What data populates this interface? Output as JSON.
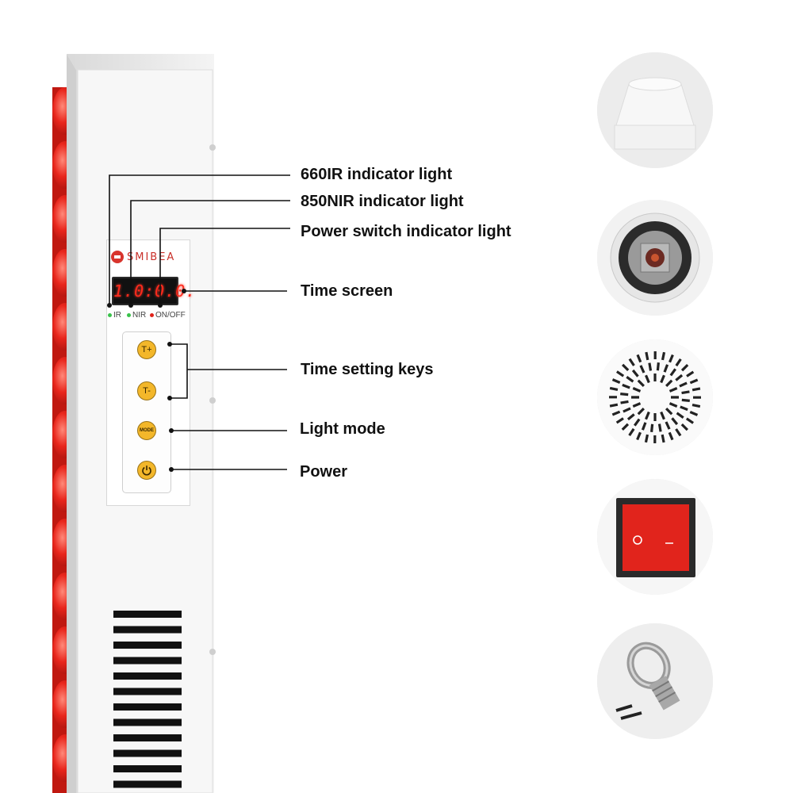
{
  "brand": {
    "name": "SMIBEA"
  },
  "display": {
    "time": "1.0:0.0."
  },
  "indicators": [
    {
      "label": "IR",
      "color": "#39c24a"
    },
    {
      "label": "NIR",
      "color": "#39c24a"
    },
    {
      "label": "ON/OFF",
      "color": "#e0231a"
    }
  ],
  "keys": {
    "t_plus": "T+",
    "t_minus": "T-",
    "mode": "MODE"
  },
  "callouts": {
    "ir_light": "660IR indicator light",
    "nir_light": "850NIR indicator light",
    "power_switch_light": "Power switch indicator light",
    "time_screen": "Time screen",
    "time_keys": "Time setting keys",
    "light_mode": "Light mode",
    "power": "Power"
  },
  "colors": {
    "led_red": "#e0231a",
    "key_yellow": "#f3b72a",
    "switch_red": "#e1241c"
  },
  "detail_thumbnails": [
    "foot-pad",
    "led-lamp",
    "fan-vent",
    "rocker-switch",
    "eye-bolt"
  ]
}
